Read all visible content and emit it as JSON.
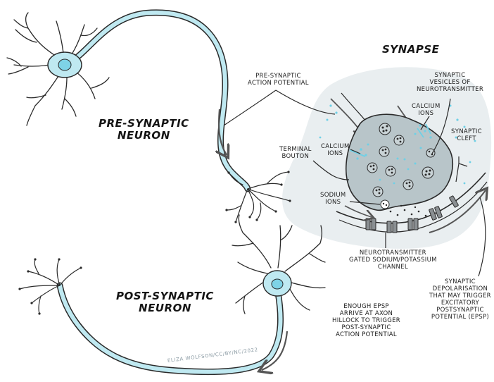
{
  "titles": {
    "synapse": "SYNAPSE",
    "pre_neuron": [
      "PRE-SYNAPTIC",
      "NEURON"
    ],
    "post_neuron": [
      "POST-SYNAPTIC",
      "NEURON"
    ]
  },
  "labels": {
    "pre_action_potential": [
      "PRE-SYNAPTIC",
      "ACTION POTENTIAL"
    ],
    "synaptic_vesicles": [
      "SYNAPTIC",
      "VESICLES OF",
      "NEUROTRANSMITTER"
    ],
    "calcium_ions_top": [
      "CALCIUM",
      "IONS"
    ],
    "synaptic_cleft": [
      "SYNAPTIC",
      "CLEFT"
    ],
    "terminal_bouton": [
      "TERMINAL",
      "BOUTON"
    ],
    "calcium_ions_left": [
      "CALCIUM",
      "IONS"
    ],
    "sodium_ions": [
      "SODIUM",
      "IONS"
    ],
    "nt_gated_channel": [
      "NEUROTRANSMITTER",
      "GATED SODIUM/POTASSIUM",
      "CHANNEL"
    ],
    "epsp_trigger": [
      "ENOUGH EPSP",
      "ARRIVE AT AXON",
      "HILLOCK TO TRIGGER",
      "POST-SYNAPTIC",
      "ACTION POTENTIAL"
    ],
    "synaptic_depolarisation": [
      "SYNAPTIC",
      "DEPOLARISATION",
      "THAT MAY TRIGGER",
      "EXCITATORY",
      "POSTSYNAPTIC",
      "POTENTIAL (EPSP)"
    ]
  },
  "credit": "ELIZA WOLFSON/CC/BY/NC/2022",
  "colors": {
    "axon_fill": "#bfe9f1",
    "nucleus": "#7ed3e6",
    "ink": "#2a2a2a",
    "bouton": "#b8c5c9",
    "synapse_bg": "#e9eef0",
    "ion": "#6fd0e6"
  }
}
